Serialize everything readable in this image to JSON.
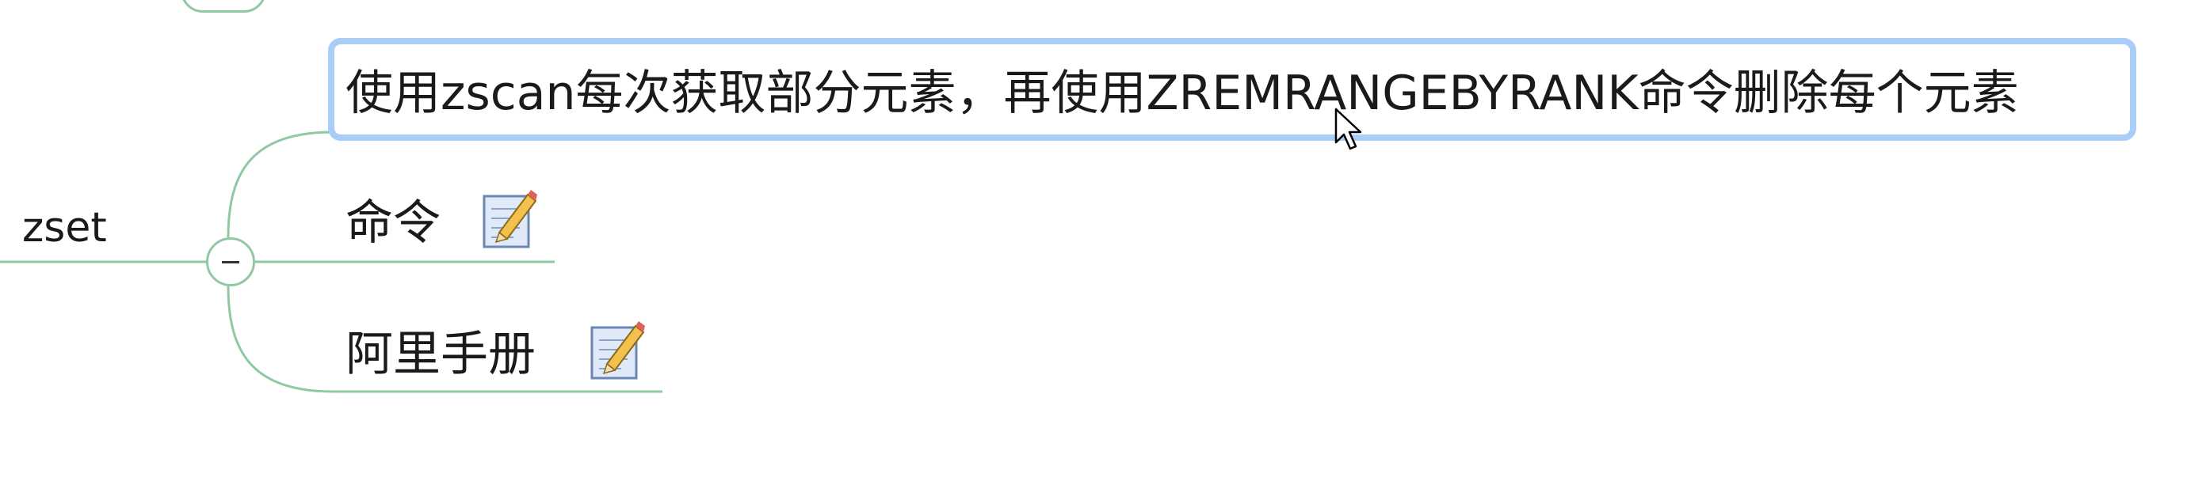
{
  "mindmap": {
    "parent_topic": "zset",
    "children": [
      {
        "label": "使用zscan每次获取部分元素，再使用ZREMRANGEBYRANK命令删除每个元素",
        "selected": true,
        "has_note": false
      },
      {
        "label": "命令",
        "selected": false,
        "has_note": true,
        "note_icon": "note-pencil-icon"
      },
      {
        "label": "阿里手册",
        "selected": false,
        "has_note": true,
        "note_icon": "note-pencil-icon"
      }
    ],
    "colors": {
      "connector": "#8fc8a2",
      "selection_border": "#a9cdf6",
      "text": "#1a1a1a"
    },
    "toggle_icon": "collapse-minus-icon",
    "cursor_icon": "mouse-pointer-icon"
  }
}
